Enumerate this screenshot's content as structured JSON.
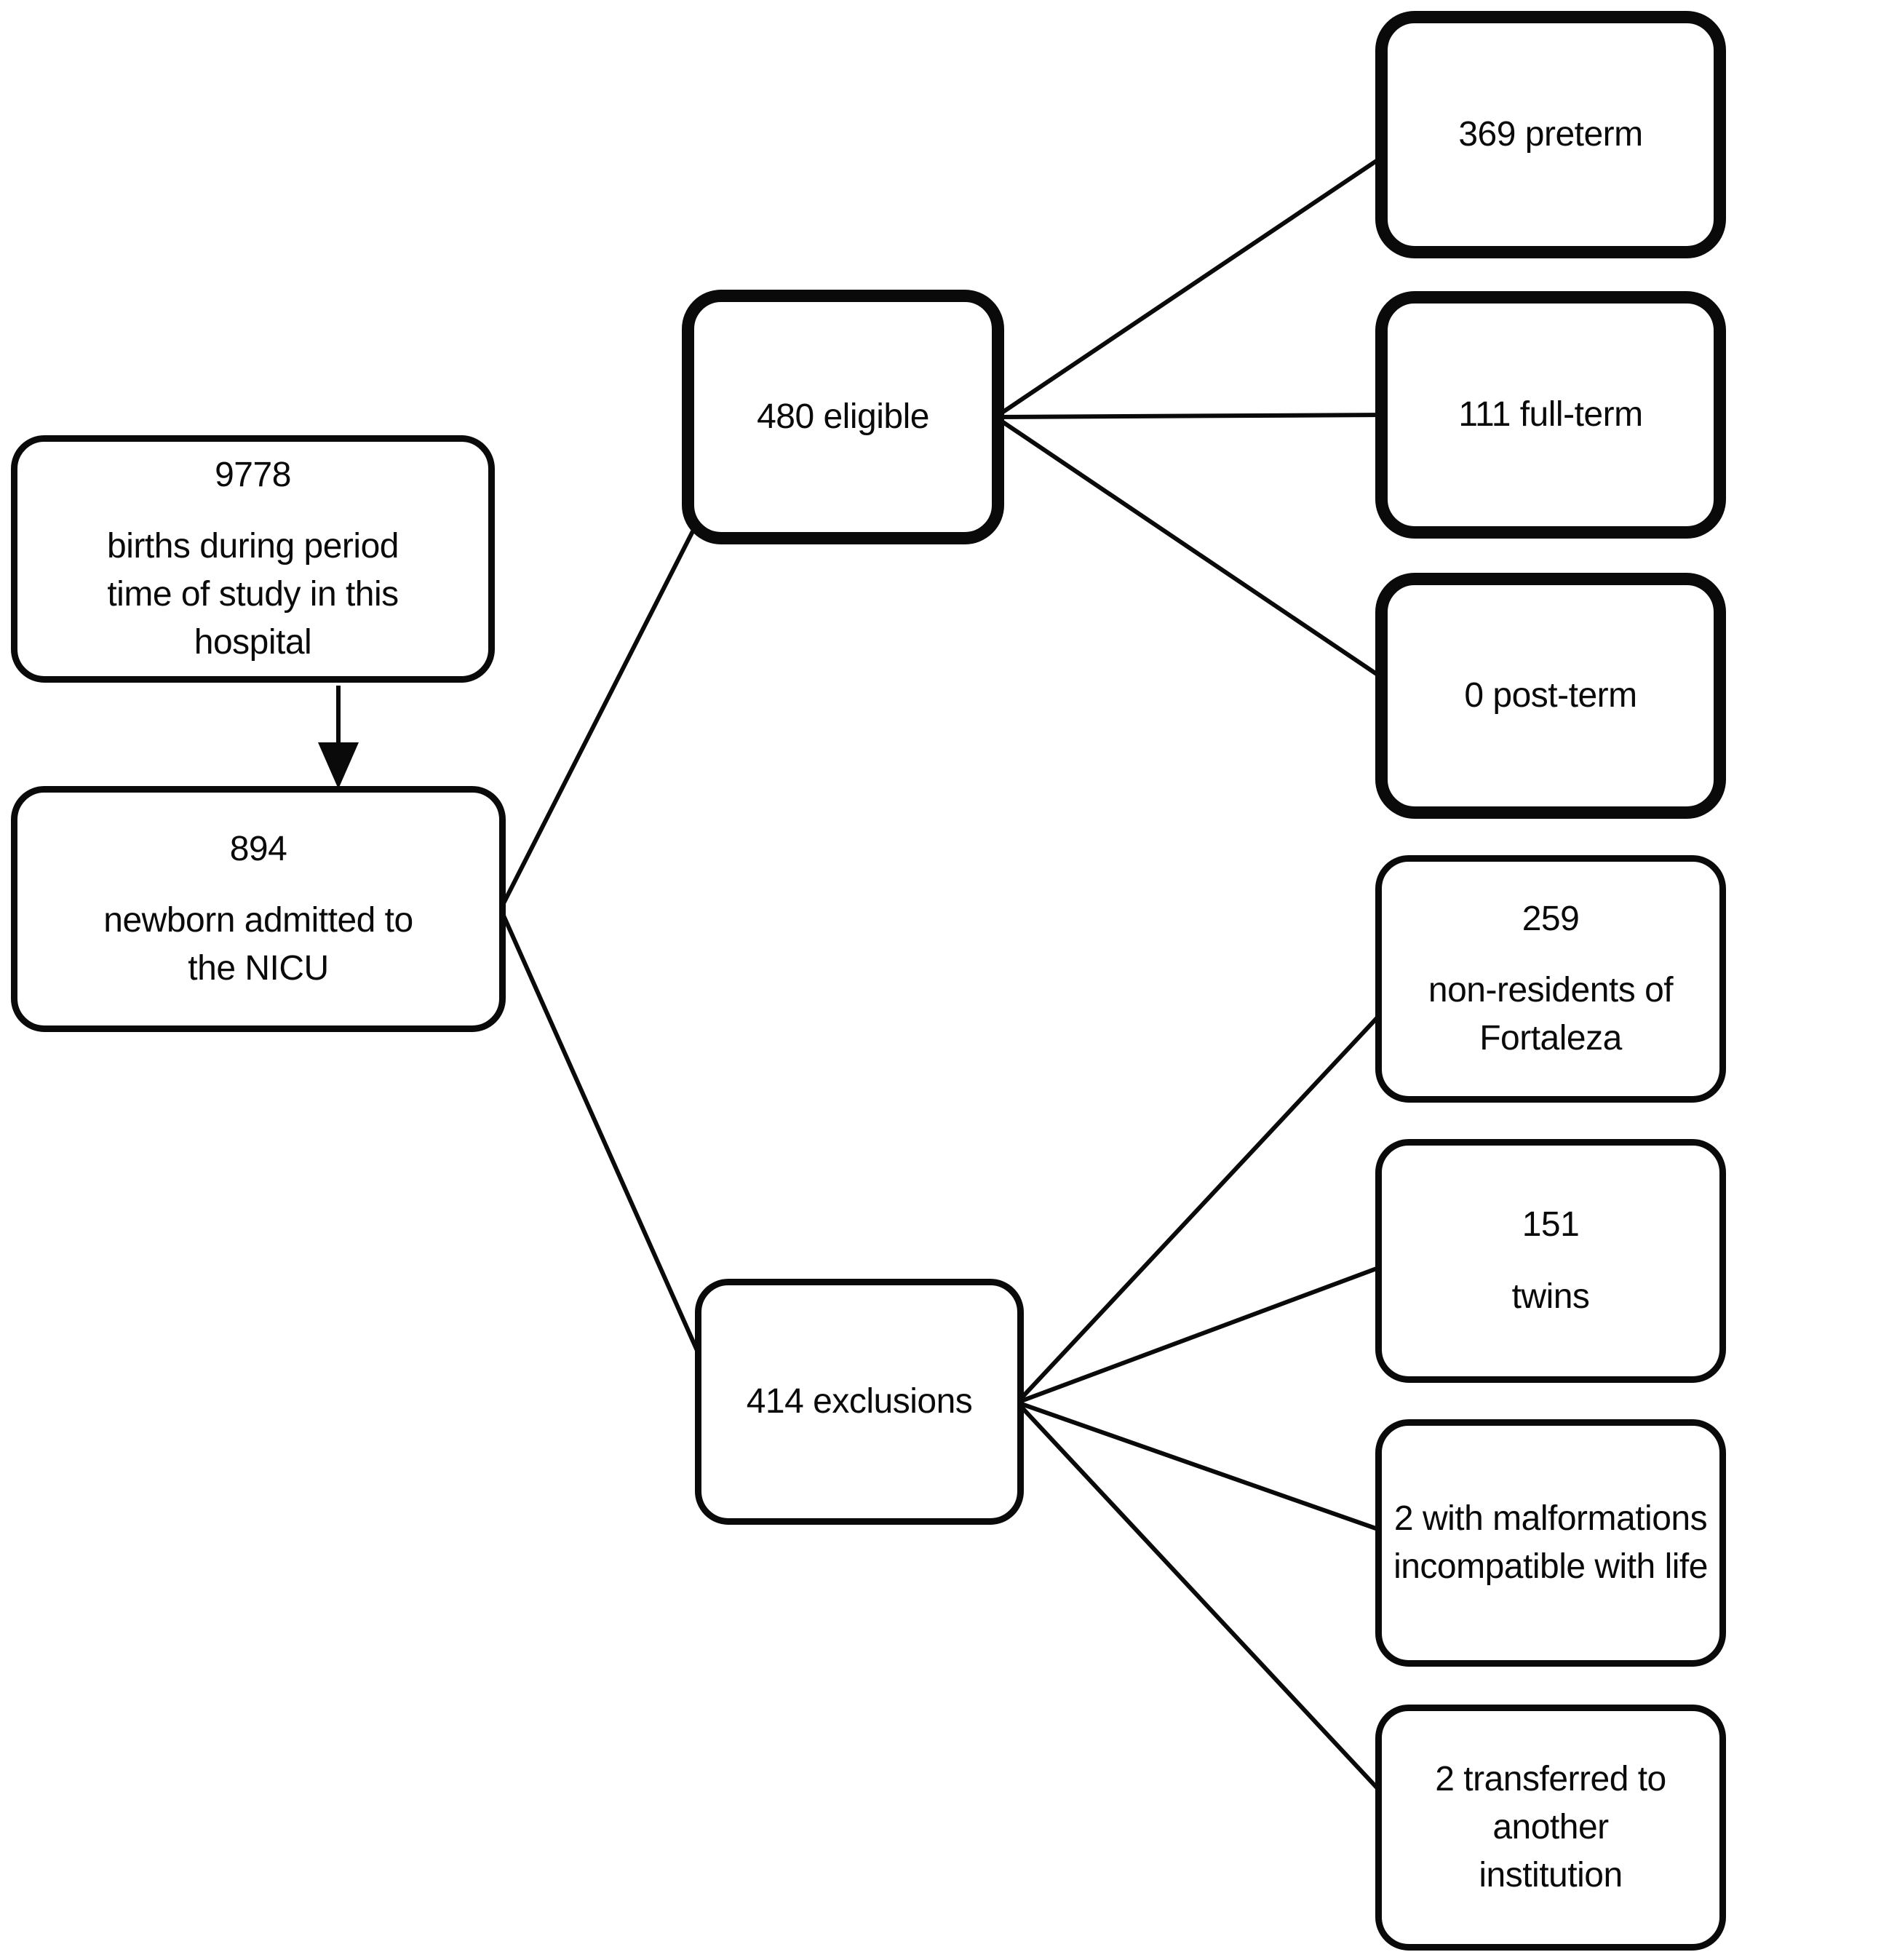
{
  "figure": {
    "type": "study-flow-diagram",
    "background": "#ffffff",
    "line_color": "#0a0a0a",
    "text_color": "#0a0a0a"
  },
  "nodes": {
    "births": {
      "number": "9778",
      "label": "births during period\ntime of study in this\nhospital",
      "emphasis": "normal"
    },
    "admitted": {
      "number": "894",
      "label": "newborn admitted to\nthe NICU",
      "emphasis": "normal"
    },
    "eligible": {
      "label": "480 eligible",
      "emphasis": "bold"
    },
    "exclusions": {
      "label": "414 exclusions",
      "emphasis": "normal"
    },
    "preterm": {
      "label": "369 preterm",
      "emphasis": "bold"
    },
    "fullterm": {
      "label": "111 full-term",
      "emphasis": "bold"
    },
    "postterm": {
      "label": "0 post-term",
      "emphasis": "bold"
    },
    "nonresidents": {
      "number": "259",
      "label": "non-residents of\nFortaleza",
      "emphasis": "normal"
    },
    "twins": {
      "number": "151",
      "label": "twins",
      "emphasis": "normal"
    },
    "malformations": {
      "label": "2 with malformations\nincompatible with life",
      "emphasis": "normal"
    },
    "transferred": {
      "label": "2 transferred to another\ninstitution",
      "emphasis": "normal"
    }
  },
  "edges": [
    {
      "from": "births",
      "to": "admitted",
      "type": "arrow"
    },
    {
      "from": "admitted",
      "to": "eligible",
      "type": "line"
    },
    {
      "from": "admitted",
      "to": "exclusions",
      "type": "line"
    },
    {
      "from": "eligible",
      "to": "preterm",
      "type": "line"
    },
    {
      "from": "eligible",
      "to": "fullterm",
      "type": "line"
    },
    {
      "from": "eligible",
      "to": "postterm",
      "type": "line"
    },
    {
      "from": "exclusions",
      "to": "nonresidents",
      "type": "line"
    },
    {
      "from": "exclusions",
      "to": "twins",
      "type": "line"
    },
    {
      "from": "exclusions",
      "to": "malformations",
      "type": "line"
    },
    {
      "from": "exclusions",
      "to": "transferred",
      "type": "line"
    }
  ]
}
